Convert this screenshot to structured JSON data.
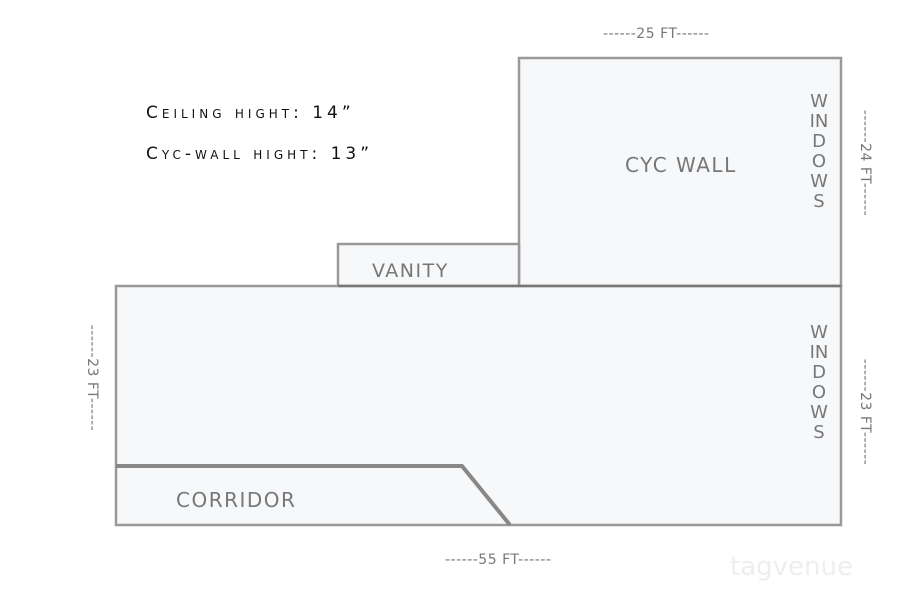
{
  "notes": {
    "ceiling": "Ceiling hight: 14”",
    "cyc_wall": "Cyc-wall hight: 13”"
  },
  "rooms": {
    "cyc_wall": "CYC WALL",
    "vanity": "VANITY",
    "corridor": "CORRIDOR",
    "windows_top": "WINDOWS",
    "windows_bottom": "WINDOWS"
  },
  "dimensions": {
    "top": "------25 FT------",
    "right_top": "------24 FT------",
    "right_bottom": "------23 FT------",
    "left": "------23 FT------",
    "bottom": "------55 FT------"
  },
  "watermark": "tagvenue",
  "colors": {
    "wall": "#999999",
    "fill": "#f7f8fa"
  }
}
